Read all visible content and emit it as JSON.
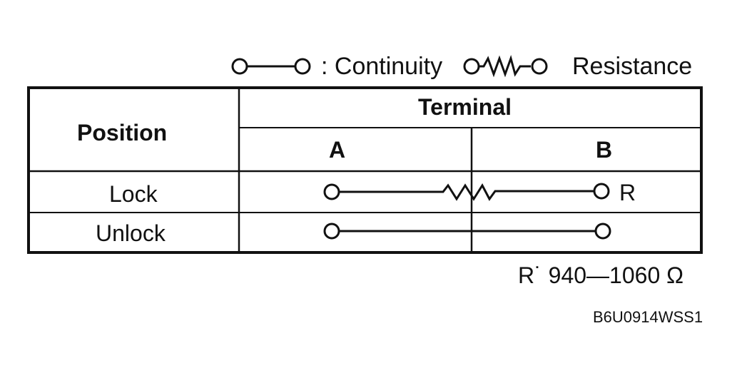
{
  "legend": {
    "continuity_label": ": Continuity",
    "resistance_label": "Resistance"
  },
  "table": {
    "position_header": "Position",
    "terminal_header": "Terminal",
    "terminals": [
      "A",
      "B"
    ],
    "rows": [
      {
        "position": "Lock",
        "connection": "resistance",
        "mark": "R"
      },
      {
        "position": "Unlock",
        "connection": "continuity",
        "mark": ""
      }
    ]
  },
  "note": "R˙ 940—1060 Ω",
  "figure_code": "B6U0914WSS1"
}
